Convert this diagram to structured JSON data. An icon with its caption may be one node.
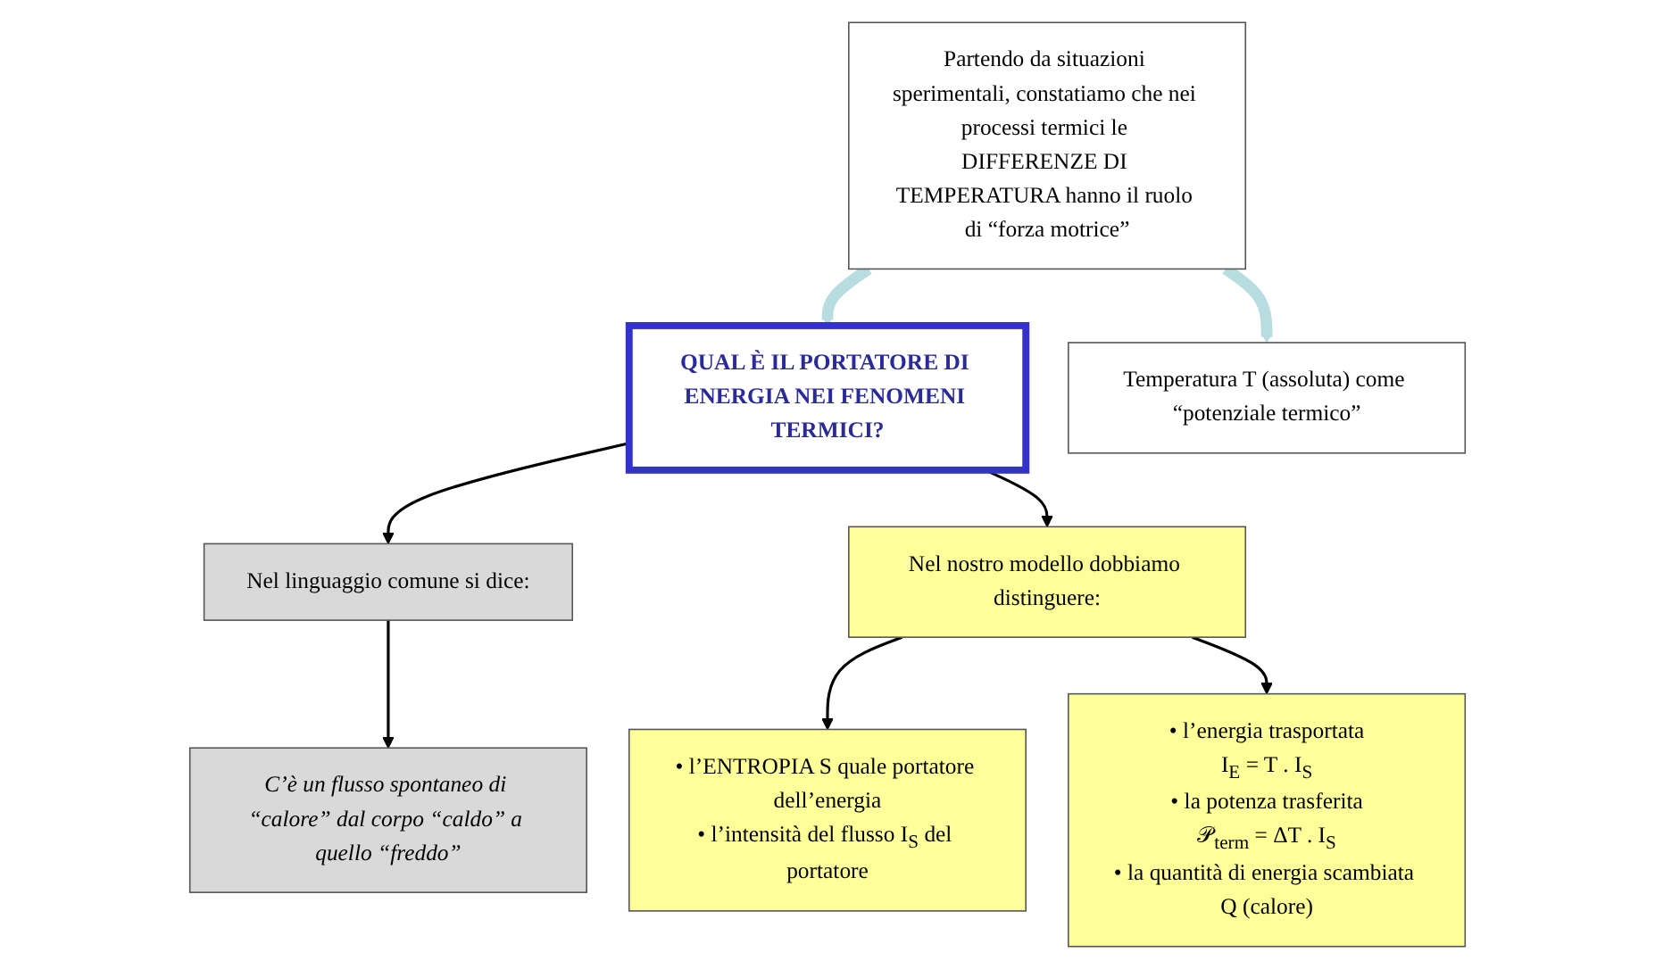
{
  "diagram": {
    "nodes": [
      {
        "text": [
          "Partendo da situazioni sperimentali, constatiamo che nei processi termici le DIFFERENZE DI TEMPERATURA hanno il ruolo di “forza motrice”"
        ]
      },
      {
        "text": [
          "QUAL È IL PORTATORE DI ENERGIA NEI FENOMENI TERMICI?"
        ]
      },
      {
        "text": [
          "Nel linguaggio comune si dice:"
        ]
      },
      {
        "text": [
          "Nel nostro modello dobbiamo distinguere:"
        ]
      },
      {
        "text": [
          "C’è un flusso spontaneo di “calore” dal corpo “caldo” a quello “freddo”"
        ]
      },
      {
        "text": [
          "• l’ENTROPIA S quale portatore dell’energia",
          "• l’intensità del flusso I$_{S}$ del portatore"
        ]
      },
      {
        "text": [
          "• l’energia trasportata",
          "I$_{E}$ = T . I$_{S}$",
          "• la potenza trasferita",
          "𝒫$_{term}$ = ΔT . I$_{S}$",
          "• la quantità di energia scambiata Q (calore)"
        ]
      },
      {
        "text": [
          "Temperatura T (assoluta) come “potenziale termico”"
        ]
      }
    ],
    "edges": [
      {
        "from": 0,
        "to": 1,
        "arrow": "to",
        "style": "thick",
        "color": "#b7dde0"
      },
      {
        "from": 1,
        "to": 2,
        "arrow": "to"
      },
      {
        "from": 1,
        "to": 3,
        "arrow": "to"
      },
      {
        "from": 2,
        "to": 4,
        "arrow": "to"
      },
      {
        "from": 3,
        "to": 5,
        "arrow": "to"
      },
      {
        "from": 3,
        "to": 6,
        "arrow": "to"
      },
      {
        "from": 0,
        "to": 7,
        "arrow": "to",
        "style": "thick",
        "color": "#b7dde0"
      }
    ]
  }
}
